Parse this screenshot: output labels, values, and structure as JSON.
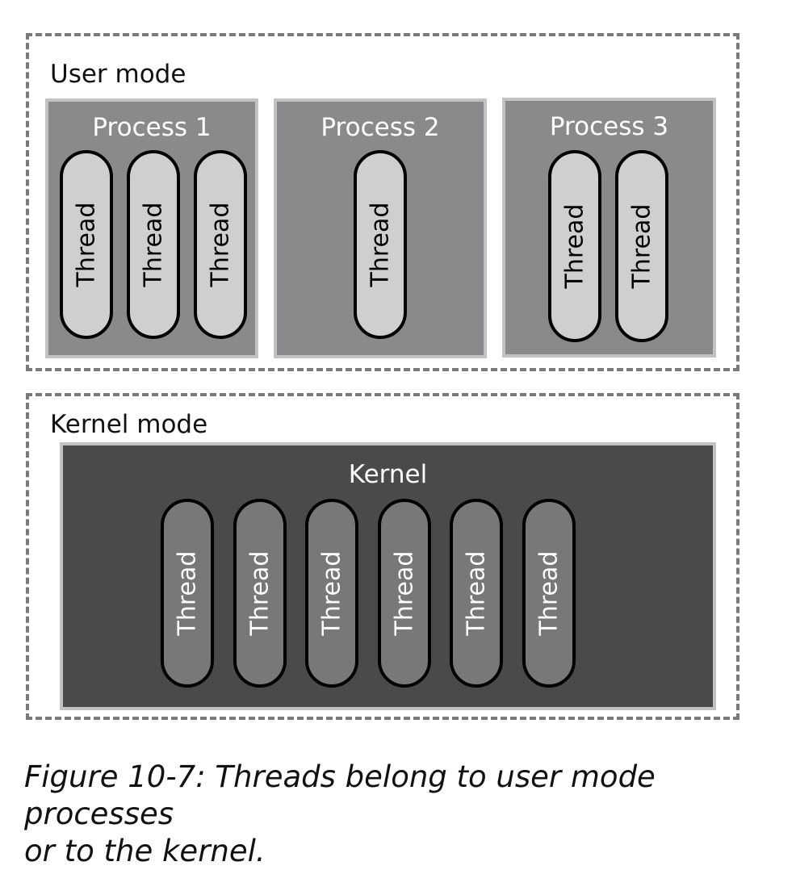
{
  "user_mode": {
    "label": "User mode",
    "processes": [
      {
        "title": "Process 1",
        "threads": [
          "Thread",
          "Thread",
          "Thread"
        ]
      },
      {
        "title": "Process 2",
        "threads": [
          "Thread"
        ]
      },
      {
        "title": "Process 3",
        "threads": [
          "Thread",
          "Thread"
        ]
      }
    ]
  },
  "kernel_mode": {
    "label": "Kernel mode",
    "kernel": {
      "title": "Kernel",
      "threads": [
        "Thread",
        "Thread",
        "Thread",
        "Thread",
        "Thread",
        "Thread"
      ]
    }
  },
  "caption": {
    "line1": "Figure 10-7: Threads belong to user mode processes",
    "line2": "or to the kernel."
  }
}
